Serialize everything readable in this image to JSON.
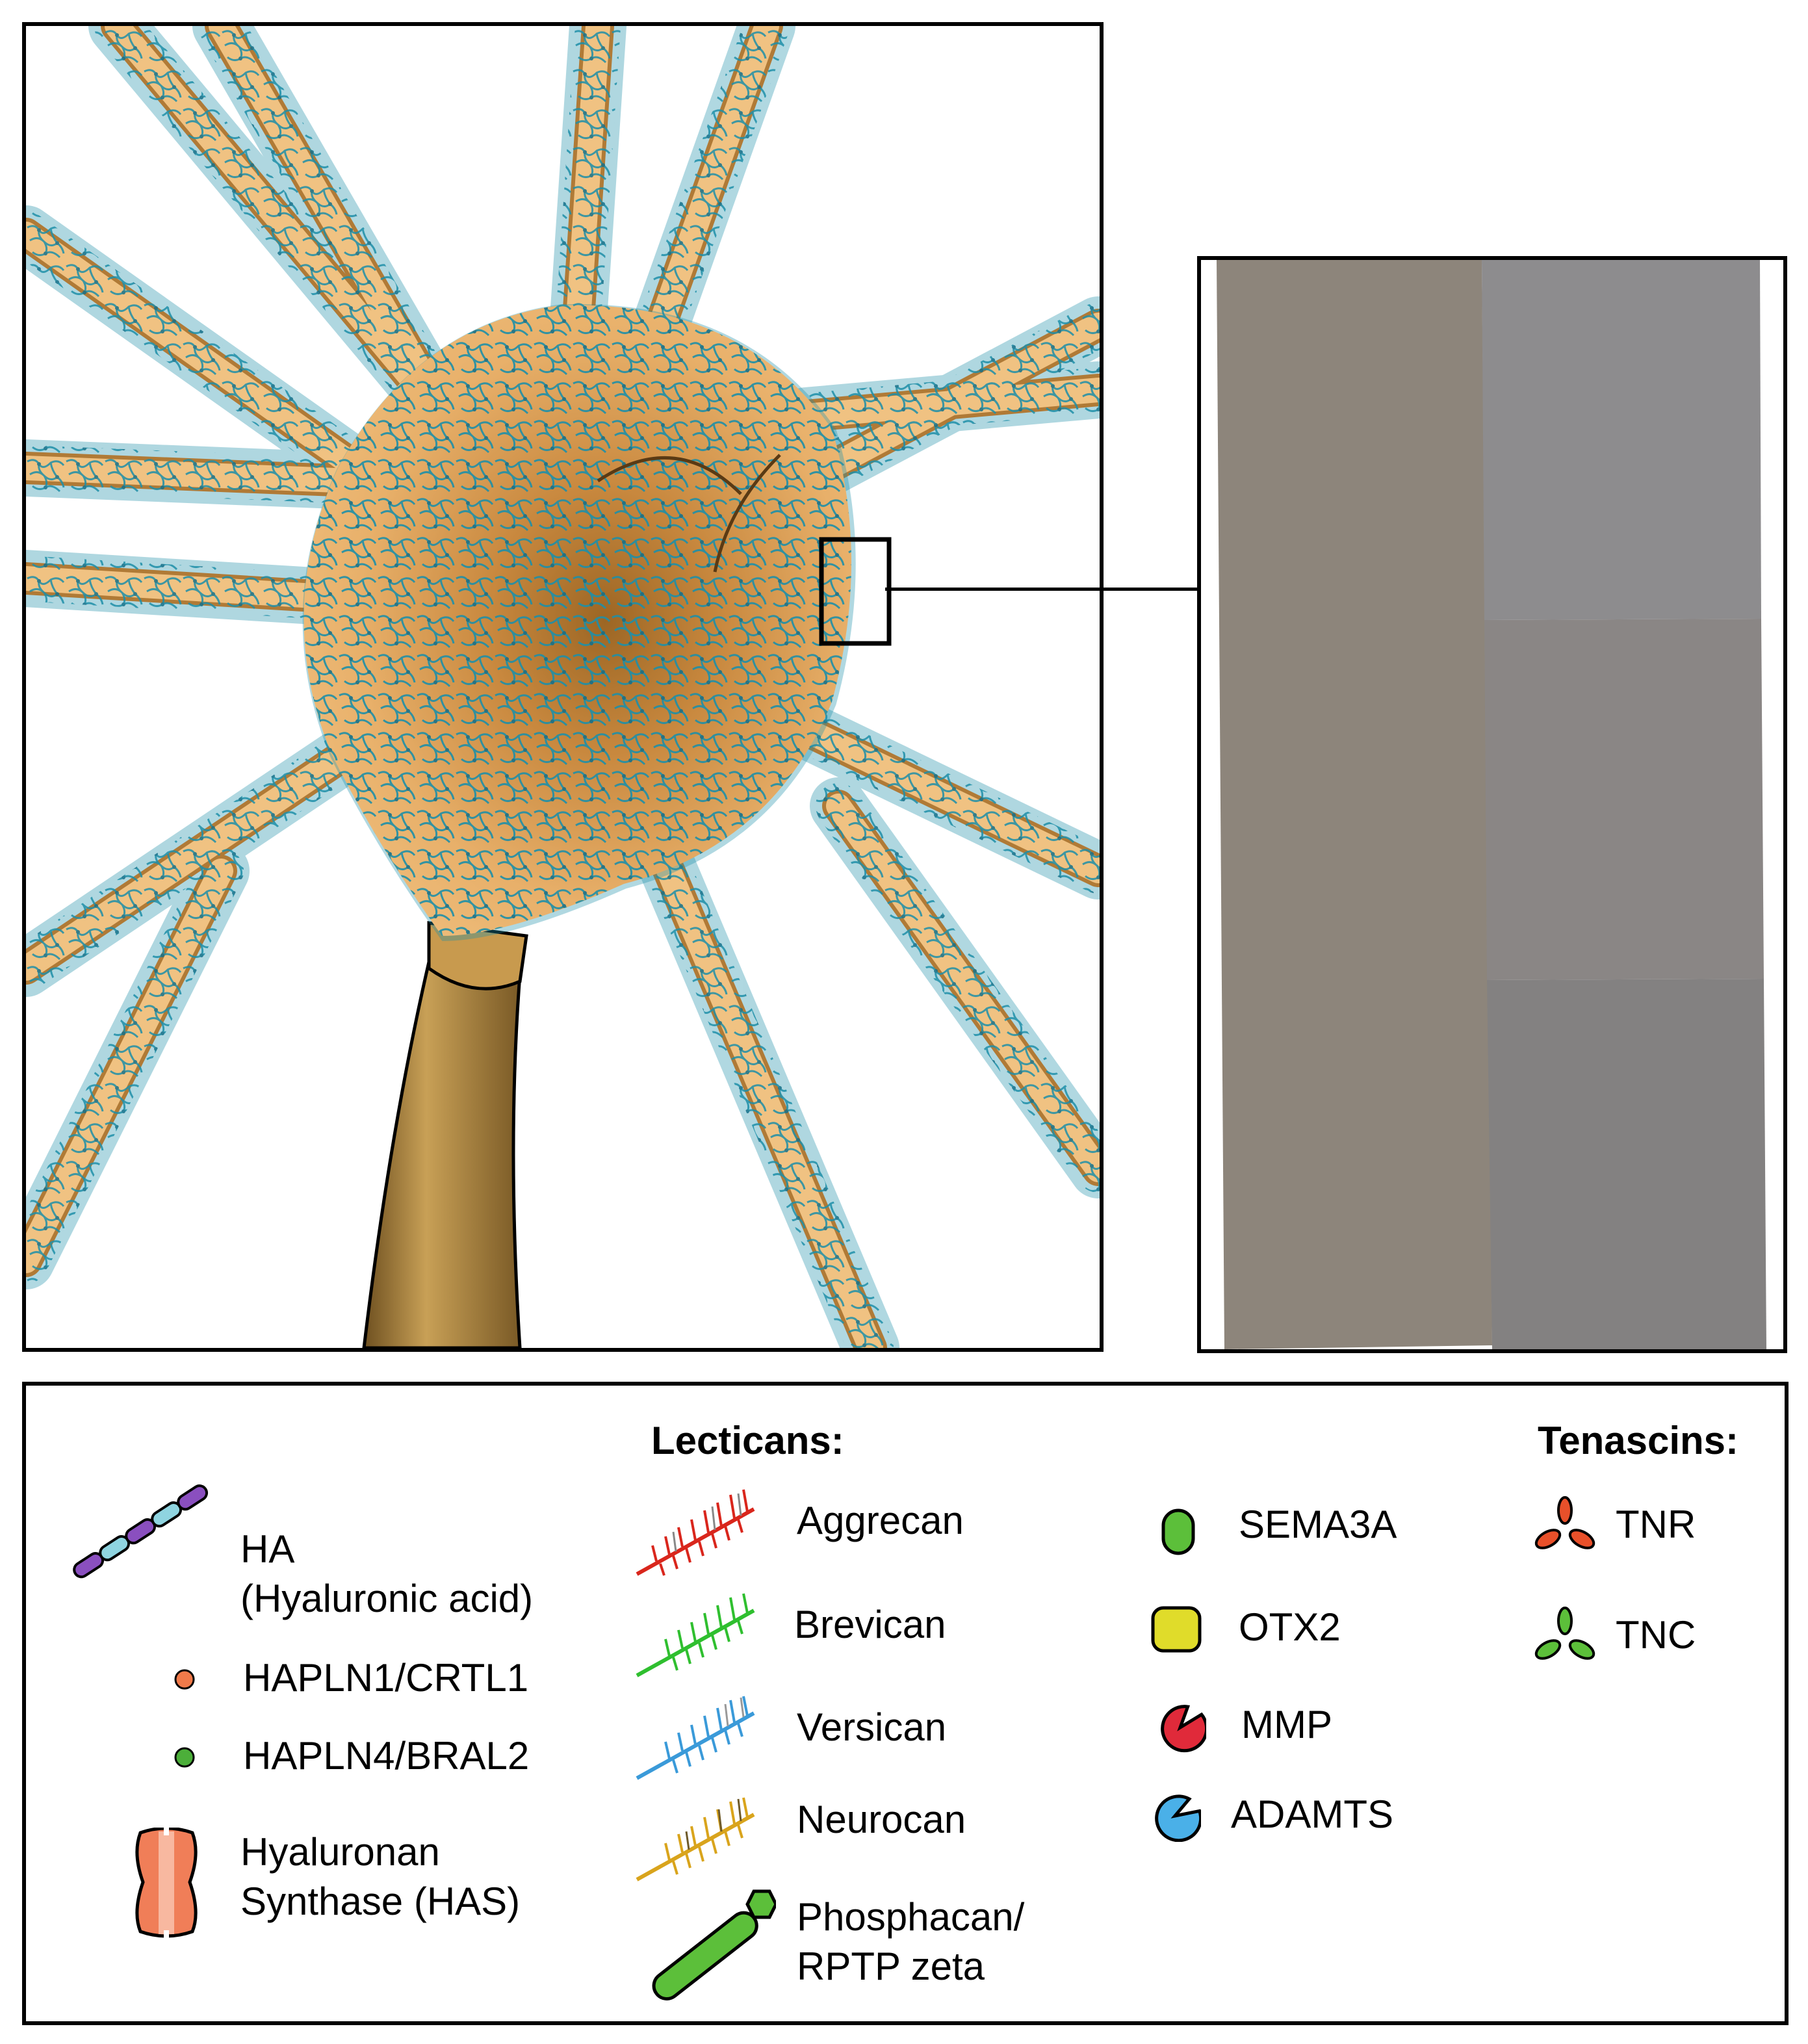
{
  "legend": {
    "ha_label_line1": "HA",
    "ha_label_line2": "(Hyaluronic acid)",
    "hapln1": "HAPLN1/CRTL1",
    "hapln4": "HAPLN4/BRAL2",
    "has_line1": "Hyaluronan",
    "has_line2": "Synthase (HAS)",
    "lecticans_header": "Lecticans:",
    "aggrecan": "Aggrecan",
    "brevican": "Brevican",
    "versican": "Versican",
    "neurocan": "Neurocan",
    "phosphacan_line1": "Phosphacan/",
    "phosphacan_line2": "RPTP zeta",
    "sema3a": "SEMA3A",
    "otx2": "OTX2",
    "mmp": "MMP",
    "adamts": "ADAMTS",
    "tenascins_header": "Tenascins:",
    "tnr": "TNR",
    "tnc": "TNC"
  },
  "colors": {
    "neuron_fill": "#e0a45a",
    "neuron_dark": "#a86a2a",
    "pnn_mesh": "#1e8fa8",
    "axon": "#a8823e",
    "aggrecan": "#d9261c",
    "brevican": "#2fbf2f",
    "versican": "#3a9ad9",
    "neurocan": "#d9a41c",
    "hapln1": "#f07a4a",
    "hapln4": "#4caf3a",
    "has": "#f07e58",
    "ha_purple": "#8a4fbf",
    "ha_cyan": "#8fd4e0",
    "phosphacan": "#5cbf3a",
    "sema3a": "#5cbf3a",
    "otx2": "#e0dc2a",
    "mmp": "#e02a3a",
    "adamts": "#4ab0e8",
    "tnr": "#e8502a",
    "tnc": "#5cbf3a"
  }
}
